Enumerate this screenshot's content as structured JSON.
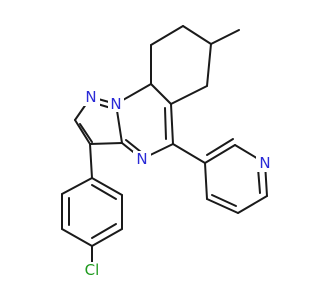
{
  "colors": {
    "bond": "#1a1a1a",
    "nitrogen": "#2a2ad6",
    "chlorine": "#1f9a1f",
    "background": "#ffffff"
  },
  "atoms": {
    "pyrazole_n1": "N",
    "bridge_n": "N",
    "pyrimidine_n": "N",
    "pyridine_n": "N",
    "chlorine": "Cl"
  }
}
